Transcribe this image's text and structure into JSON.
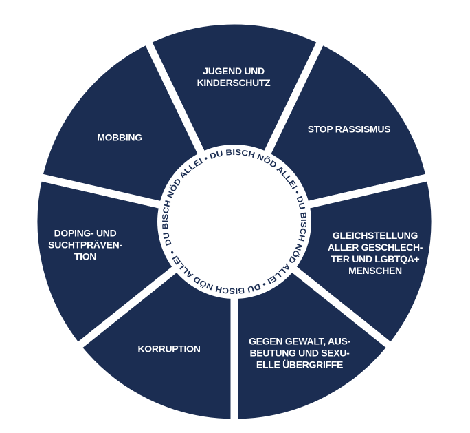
{
  "colors": {
    "segment": "#1b2d52",
    "background": "#ffffff",
    "ring_text": "#1b2d52"
  },
  "center_ring": {
    "text": "DU BISCH NÖD ALLEI",
    "separator": "•",
    "repeat": 4
  },
  "segments": [
    {
      "id": "jugend",
      "label": "JUGEND UND\nKINDERSCHUTZ"
    },
    {
      "id": "rassismus",
      "label": "STOP RASSISMUS"
    },
    {
      "id": "gleichstellung",
      "label": "GLEICHSTELLUNG\nALLER GESCHLECH-\nTER UND LGBTQA+\nMENSCHEN"
    },
    {
      "id": "gewalt",
      "label": "GEGEN GEWALT, AUS-\nBEUTUNG UND SEXU-\nELLE ÜBERGRIFFE"
    },
    {
      "id": "korruption",
      "label": "KORRUPTION"
    },
    {
      "id": "doping",
      "label": "DOPING- UND\nSUCHTPRÄVEN-\nTION"
    },
    {
      "id": "mobbing",
      "label": "MOBBING"
    }
  ]
}
